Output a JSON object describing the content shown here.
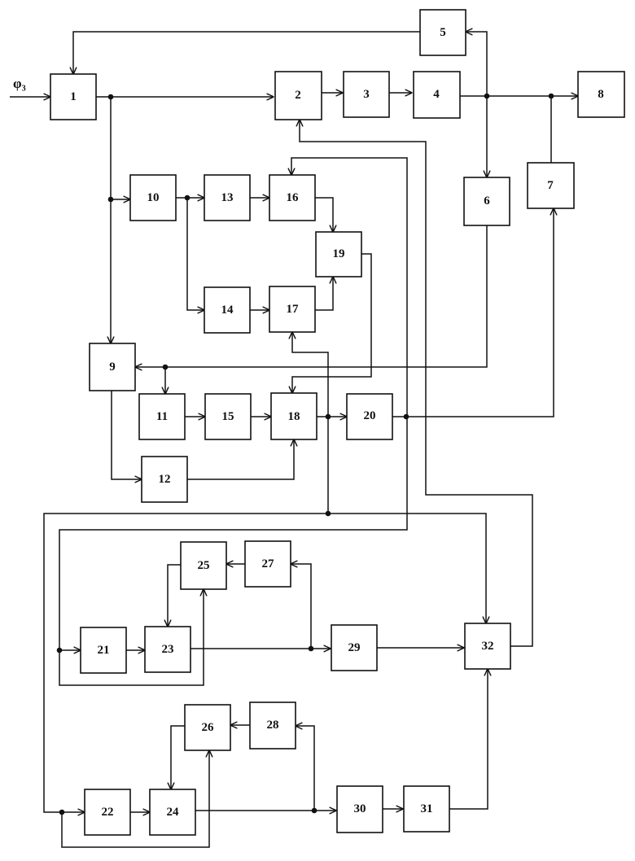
{
  "input_label": "φ₃",
  "blocks": [
    {
      "id": "1",
      "label": "1"
    },
    {
      "id": "2",
      "label": "2"
    },
    {
      "id": "3",
      "label": "3"
    },
    {
      "id": "4",
      "label": "4"
    },
    {
      "id": "5",
      "label": "5"
    },
    {
      "id": "6",
      "label": "6"
    },
    {
      "id": "7",
      "label": "7"
    },
    {
      "id": "8",
      "label": "8"
    },
    {
      "id": "9",
      "label": "9"
    },
    {
      "id": "10",
      "label": "10"
    },
    {
      "id": "11",
      "label": "11"
    },
    {
      "id": "12",
      "label": "12"
    },
    {
      "id": "13",
      "label": "13"
    },
    {
      "id": "14",
      "label": "14"
    },
    {
      "id": "15",
      "label": "15"
    },
    {
      "id": "16",
      "label": "16"
    },
    {
      "id": "17",
      "label": "17"
    },
    {
      "id": "18",
      "label": "18"
    },
    {
      "id": "19",
      "label": "19"
    },
    {
      "id": "20",
      "label": "20"
    },
    {
      "id": "21",
      "label": "21"
    },
    {
      "id": "22",
      "label": "22"
    },
    {
      "id": "23",
      "label": "23"
    },
    {
      "id": "24",
      "label": "24"
    },
    {
      "id": "25",
      "label": "25"
    },
    {
      "id": "26",
      "label": "26"
    },
    {
      "id": "27",
      "label": "27"
    },
    {
      "id": "28",
      "label": "28"
    },
    {
      "id": "29",
      "label": "29"
    },
    {
      "id": "30",
      "label": "30"
    },
    {
      "id": "31",
      "label": "31"
    },
    {
      "id": "32",
      "label": "32"
    }
  ]
}
